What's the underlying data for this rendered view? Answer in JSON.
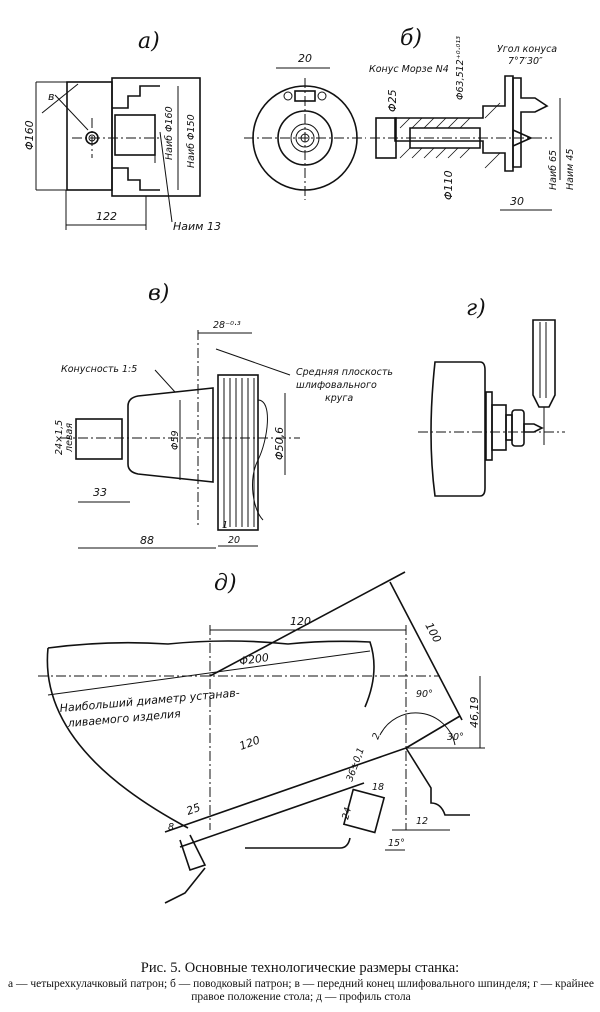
{
  "figure": {
    "panels": {
      "a": {
        "tag": "а)",
        "dims": {
          "dia_160": "Φ160",
          "len_122": "122",
          "max_160": "Наиб Φ160",
          "max_150": "Наиб Φ150",
          "min_13": "Наим 13",
          "b": "в"
        },
        "front_view_dim": "20"
      },
      "b": {
        "tag": "б)",
        "labels": {
          "morse": "Конус Морзе N4",
          "taper_angle_title": "Угол конуса",
          "taper_angle_value": "7°7′30″"
        },
        "dims": {
          "d25": "Φ25",
          "d63": "Φ63,512⁺⁰·⁰¹³",
          "d110": "Φ110",
          "max65": "Наиб 65",
          "min45": "Наим 45",
          "len30": "30"
        }
      },
      "v": {
        "tag": "в)",
        "labels": {
          "taper": "Конусность 1:5",
          "mid_plane_1": "Средняя плоскость",
          "mid_plane_2": "шлифовального",
          "mid_plane_3": "круга"
        },
        "dims": {
          "w28": "28⁻⁰·³",
          "thread": "24×1,5",
          "thread_left": "левая",
          "d59": "Φ59",
          "d50": "Φ50,6",
          "l33": "33",
          "l88": "88",
          "l1": "1",
          "l20": "20"
        }
      },
      "g": {
        "tag": "г)"
      },
      "d": {
        "tag": "д)",
        "labels": {
          "max_dia_1": "Наибольший диаметр устанав-",
          "max_dia_2": "ливаемого изделия"
        },
        "dims": {
          "l120_top": "120",
          "d200": "Φ200",
          "l100": "100",
          "h46": "46,19",
          "a90": "90°",
          "a30": "30°",
          "l120_slope": "120",
          "l25": "25",
          "l8": "8",
          "l2": "2",
          "l36": "36±0,1",
          "l18": "18",
          "l24": "24",
          "l12": "12",
          "a15": "15°"
        }
      }
    },
    "caption": {
      "title": "Рис. 5. Основные технологические размеры станка:",
      "body": "а — четырехкулачковый патрон; б — поводковый патрон; в — передний конец шлифовального шпинделя; г — крайнее правое положение стола; д — профиль стола"
    }
  }
}
